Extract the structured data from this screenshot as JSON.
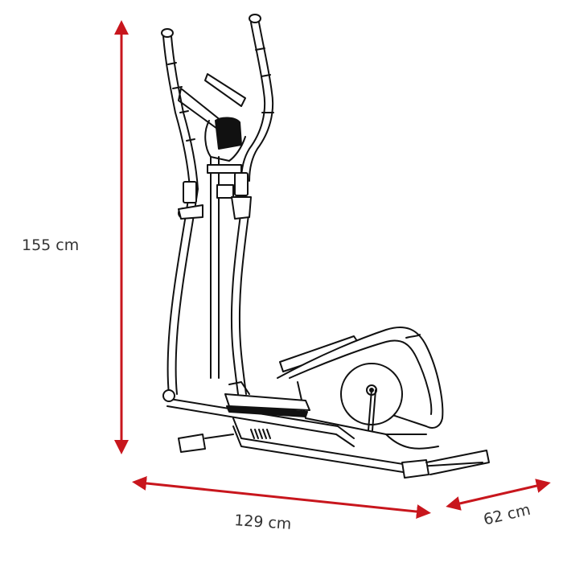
{
  "figure": {
    "subject": "elliptical cross trainer line drawing",
    "arrow_color": "#c8161d",
    "line_color": "#111111"
  },
  "dimensions": {
    "height": {
      "label": "155 cm",
      "value": 155,
      "unit": "cm"
    },
    "length": {
      "label": "129 cm",
      "value": 129,
      "unit": "cm"
    },
    "width": {
      "label": "62 cm",
      "value": 62,
      "unit": "cm"
    }
  }
}
